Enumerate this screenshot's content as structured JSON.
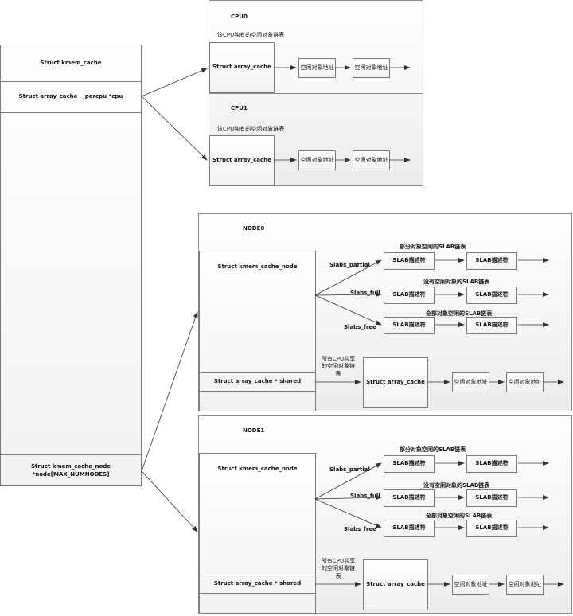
{
  "kmem_cache": {
    "title": "Struct kmem_cache",
    "percpu": "Struct array_cache __percpu *cpu",
    "node": "Struct kmem_cache_node *node[MAX_NUMNODES]"
  },
  "cpus": [
    {
      "name": "CPU0",
      "desc": "该CPU独有的空闲对象链表",
      "array_cache": "Struct array_cache",
      "free_obj_1": "空闲对象地址",
      "free_obj_2": "空闲对象地址"
    },
    {
      "name": "CPU1",
      "desc": "该CPU独有的空闲对象链表",
      "array_cache": "Struct array_cache",
      "free_obj_1": "空闲对象地址",
      "free_obj_2": "空闲对象地址"
    }
  ],
  "nodes": [
    {
      "name": "NODE0",
      "kmem_cache_node": "Struct kmem_cache_node",
      "shared": "Struct array_cache * shared",
      "shared_desc": "所有CPU共享的空闲对象链表",
      "shared_array_cache": "Struct array_cache",
      "shared_free_1": "空闲对象地址",
      "shared_free_2": "空闲对象地址",
      "lists": [
        {
          "label": "Slabs_partial",
          "title": "部分对象空闲的SLAB链表",
          "desc1": "SLAB描述符",
          "desc2": "SLAB描述符"
        },
        {
          "label": "Slabs_full",
          "title": "没有空闲对象的SLAB链表",
          "desc1": "SLAB描述符",
          "desc2": "SLAB描述符"
        },
        {
          "label": "Slabs_free",
          "title": "全部对象空闲的SLAB链表",
          "desc1": "SLAB描述符",
          "desc2": "SLAB描述符"
        }
      ]
    },
    {
      "name": "NODE1",
      "kmem_cache_node": "Struct kmem_cache_node",
      "shared": "Struct array_cache * shared",
      "shared_desc": "所有CPU共享的空闲对象链表",
      "shared_array_cache": "Struct array_cache",
      "shared_free_1": "空闲对象地址",
      "shared_free_2": "空闲对象地址",
      "lists": [
        {
          "label": "Slabs_partial",
          "title": "部分对象空闲的SLAB链表",
          "desc1": "SLAB描述符",
          "desc2": "SLAB描述符"
        },
        {
          "label": "Slabs_full",
          "title": "没有空闲对象的SLAB链表",
          "desc1": "SLAB描述符",
          "desc2": "SLAB描述符"
        },
        {
          "label": "Slabs_free",
          "title": "全部对象空闲的SLAB链表",
          "desc1": "SLAB描述符",
          "desc2": "SLAB描述符"
        }
      ]
    }
  ]
}
